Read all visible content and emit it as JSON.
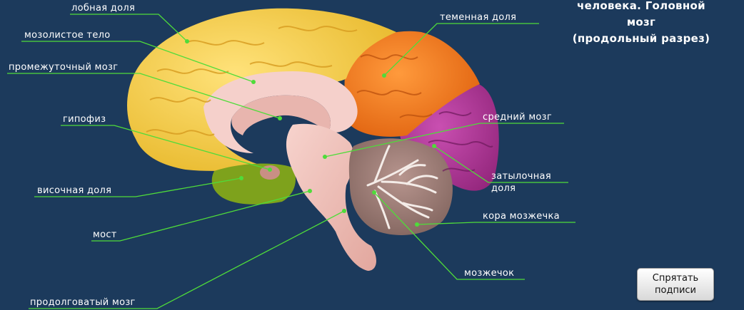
{
  "title": {
    "line1": "человека. Головной",
    "line2": "мозг",
    "line3": "(продольный разрез)"
  },
  "labels": {
    "frontal_lobe": "лобная доля",
    "corpus_callosum": "мозолистое тело",
    "diencephalon": "промежуточный мозг",
    "pituitary": "гипофиз",
    "temporal_lobe": "височная доля",
    "pons": "мост",
    "medulla": "продолговатый мозг",
    "parietal_lobe": "теменная доля",
    "midbrain": "средний мозг",
    "occipital_lobe_1": "затылочная",
    "occipital_lobe_2": "доля",
    "cerebellar_cortex": "кора мозжечка",
    "cerebellum": "мозжечок"
  },
  "button": {
    "line1": "Спрятать",
    "line2": "подписи"
  },
  "colors": {
    "background": "#1c3a5c",
    "frontal": "#f3d24a",
    "parietal": "#f07a1e",
    "occipital": "#b0369a",
    "temporal": "#7ea21c",
    "cerebellum": "#9b7c76",
    "brainstem": "#f2c2bb",
    "leader_line": "#4fdc3a"
  }
}
